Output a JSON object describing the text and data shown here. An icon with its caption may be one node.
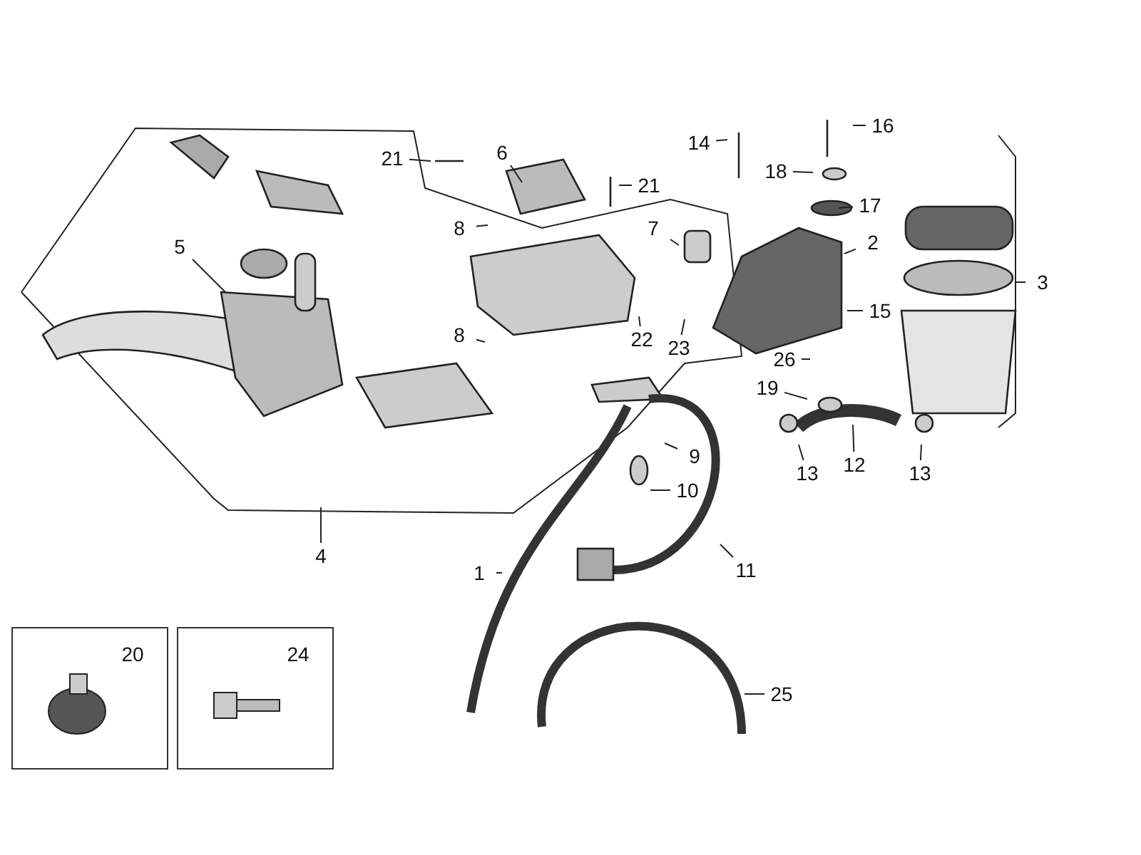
{
  "diagram": {
    "nodes": [
      {
        "text": [
          "21"
        ]
      },
      {
        "text": [
          "6"
        ]
      },
      {
        "text": [
          "14"
        ]
      },
      {
        "text": [
          "16"
        ]
      },
      {
        "text": [
          "21"
        ]
      },
      {
        "text": [
          "18"
        ]
      },
      {
        "text": [
          "8"
        ]
      },
      {
        "text": [
          "7"
        ]
      },
      {
        "text": [
          "17"
        ]
      },
      {
        "text": [
          "5"
        ]
      },
      {
        "text": [
          "2"
        ]
      },
      {
        "text": [
          "3"
        ]
      },
      {
        "text": [
          "15"
        ]
      },
      {
        "text": [
          "8"
        ]
      },
      {
        "text": [
          "22"
        ]
      },
      {
        "text": [
          "23"
        ]
      },
      {
        "text": [
          "26"
        ]
      },
      {
        "text": [
          "19"
        ]
      },
      {
        "text": [
          "9"
        ]
      },
      {
        "text": [
          "13"
        ]
      },
      {
        "text": [
          "12"
        ]
      },
      {
        "text": [
          "13"
        ]
      },
      {
        "text": [
          "10"
        ]
      },
      {
        "text": [
          "4"
        ]
      },
      {
        "text": [
          "11"
        ]
      },
      {
        "text": [
          "1"
        ]
      },
      {
        "text": [
          "20"
        ]
      },
      {
        "text": [
          "24"
        ]
      },
      {
        "text": [
          "25"
        ]
      }
    ],
    "edges": [
      {
        "from": 0,
        "to": null,
        "arrow": "none"
      },
      {
        "from": 1,
        "to": null,
        "arrow": "none"
      },
      {
        "from": 2,
        "to": null,
        "arrow": "none"
      },
      {
        "from": 3,
        "to": null,
        "arrow": "none"
      },
      {
        "from": 4,
        "to": null,
        "arrow": "none"
      },
      {
        "from": 5,
        "to": null,
        "arrow": "none"
      },
      {
        "from": 6,
        "to": null,
        "arrow": "none"
      },
      {
        "from": 7,
        "to": null,
        "arrow": "none"
      },
      {
        "from": 8,
        "to": null,
        "arrow": "none"
      },
      {
        "from": 9,
        "to": null,
        "arrow": "none"
      },
      {
        "from": 10,
        "to": null,
        "arrow": "none"
      },
      {
        "from": 11,
        "to": null,
        "arrow": "none"
      },
      {
        "from": 12,
        "to": null,
        "arrow": "none"
      },
      {
        "from": 13,
        "to": null,
        "arrow": "none"
      },
      {
        "from": 14,
        "to": null,
        "arrow": "none"
      },
      {
        "from": 15,
        "to": null,
        "arrow": "none"
      },
      {
        "from": 16,
        "to": null,
        "arrow": "none"
      },
      {
        "from": 17,
        "to": null,
        "arrow": "none"
      },
      {
        "from": 18,
        "to": null,
        "arrow": "none"
      },
      {
        "from": 19,
        "to": null,
        "arrow": "none"
      },
      {
        "from": 20,
        "to": null,
        "arrow": "none"
      },
      {
        "from": 21,
        "to": null,
        "arrow": "none"
      },
      {
        "from": 22,
        "to": null,
        "arrow": "none"
      },
      {
        "from": 23,
        "to": null,
        "arrow": "none"
      },
      {
        "from": 24,
        "to": null,
        "arrow": "none"
      },
      {
        "from": 25,
        "to": null,
        "arrow": "none"
      },
      {
        "from": 28,
        "to": null,
        "arrow": "none"
      }
    ]
  }
}
